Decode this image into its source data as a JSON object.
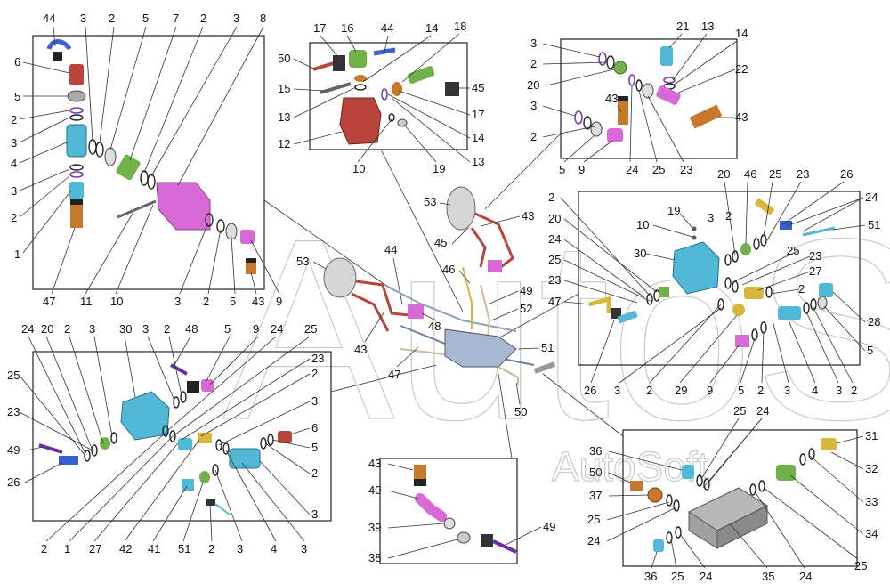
{
  "watermark": {
    "large": "AutoSoft",
    "small": "AutoSoft"
  },
  "colors": {
    "pink": "#d86ad8",
    "cyan": "#52b8d8",
    "green": "#6fb24a",
    "red": "#b8443c",
    "blue": "#3a5ed0",
    "purple": "#6a2fa8",
    "orange": "#c8782a",
    "yellow": "#d8b83c",
    "grey": "#9a9a9a"
  },
  "callouts": {
    "p1": [
      "44",
      "3",
      "2",
      "5",
      "7",
      "2",
      "3",
      "8",
      "6",
      "5",
      "2",
      "3",
      "4",
      "3",
      "2",
      "1",
      "47",
      "11",
      "10",
      "3",
      "2",
      "5",
      "43",
      "9"
    ],
    "p2": [
      "17",
      "16",
      "44",
      "14",
      "18",
      "50",
      "15",
      "13",
      "12",
      "45",
      "17",
      "14",
      "10",
      "19",
      "13"
    ],
    "p3": [
      "21",
      "13",
      "14",
      "3",
      "2",
      "20",
      "22",
      "3",
      "43",
      "43",
      "2",
      "5",
      "9",
      "24",
      "25",
      "23"
    ],
    "p4": [
      "2",
      "20",
      "24",
      "25",
      "23",
      "19",
      "10",
      "30",
      "20",
      "46",
      "25",
      "23",
      "26",
      "24",
      "3",
      "2",
      "51",
      "25",
      "23",
      "27",
      "2",
      "28",
      "26",
      "3",
      "2",
      "29",
      "9",
      "5",
      "2",
      "3",
      "4",
      "3",
      "2",
      "5",
      "47"
    ],
    "p5": [
      "24",
      "20",
      "2",
      "3",
      "30",
      "3",
      "2",
      "48",
      "5",
      "9",
      "24",
      "25",
      "25",
      "23",
      "2",
      "23",
      "49",
      "26",
      "3",
      "6",
      "5",
      "2",
      "3",
      "2",
      "1",
      "27",
      "42",
      "41",
      "51",
      "2",
      "3",
      "4",
      "3"
    ],
    "p6": [
      "43",
      "40",
      "39",
      "38",
      "49"
    ],
    "p7": [
      "25",
      "24",
      "31",
      "36",
      "50",
      "32",
      "37",
      "25",
      "24",
      "33",
      "34",
      "36",
      "25",
      "24",
      "35",
      "24",
      "25"
    ],
    "center": [
      "53",
      "43",
      "45",
      "46",
      "53",
      "44",
      "43",
      "48",
      "49",
      "52",
      "51",
      "47",
      "50"
    ]
  }
}
